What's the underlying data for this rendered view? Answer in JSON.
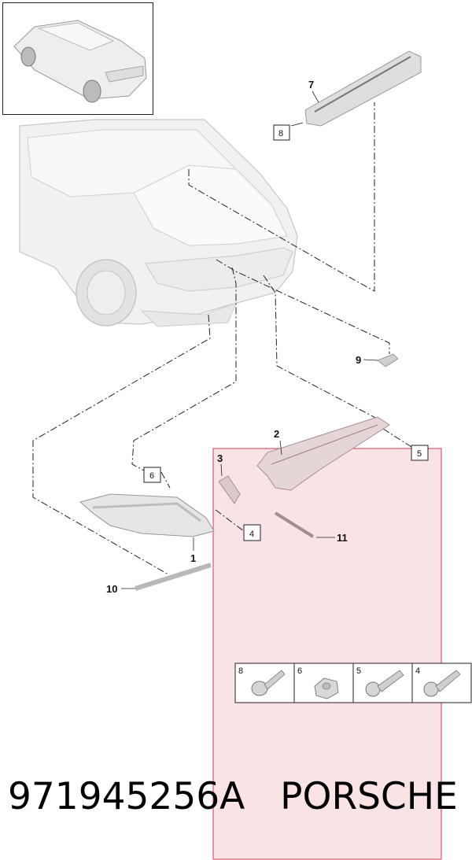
{
  "callouts": {
    "c1": "1",
    "c2": "2",
    "c3": "3",
    "c7": "7",
    "c9": "9",
    "c10": "10",
    "c11": "11",
    "b8": "8",
    "b6": "6",
    "b4": "4",
    "b5": "5"
  },
  "fasteners": [
    "8",
    "6",
    "5",
    "4"
  ],
  "caption": {
    "part_number": "971945256A",
    "brand": "PORSCHE"
  },
  "colors": {
    "highlight_fill": "#f9e3e5",
    "highlight_stroke": "#d9586a",
    "line": "#222222",
    "part_gray": "#dcdcdc"
  }
}
